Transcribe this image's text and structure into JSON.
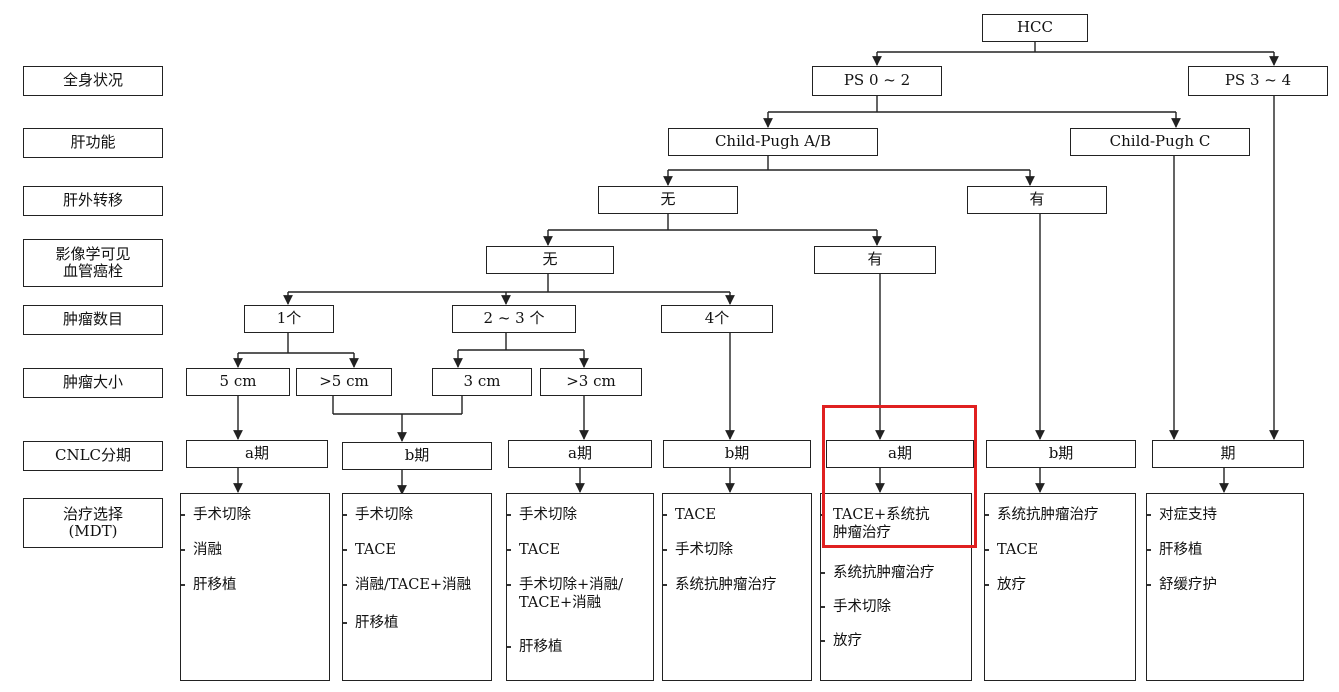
{
  "rows": [
    {
      "id": "ps",
      "label": "全身状况"
    },
    {
      "id": "liver",
      "label": "肝功能"
    },
    {
      "id": "meta",
      "label": "肝外转移"
    },
    {
      "id": "vasc",
      "label": "影像学可见\n血管癌栓"
    },
    {
      "id": "num",
      "label": "肿瘤数目"
    },
    {
      "id": "size",
      "label": "肿瘤大小"
    },
    {
      "id": "stage",
      "label": "CNLC分期"
    },
    {
      "id": "tx",
      "label": "治疗选择\n(MDT)"
    }
  ],
  "nodes": {
    "hcc": "HCC",
    "ps02": "PS 0 ~ 2",
    "ps34": "PS 3 ~ 4",
    "cpab": "Child-Pugh A/B",
    "cpc": "Child-Pugh C",
    "meta_no": "无",
    "meta_yes": "有",
    "vasc_no": "无",
    "vasc_yes": "有",
    "n1": "1个",
    "n23": "2 ~ 3 个",
    "n4": "4个",
    "s5": "5 cm",
    "s5p": ">5 cm",
    "s3": "3 cm",
    "s3p": ">3 cm",
    "st1": "a期",
    "st2": "b期",
    "st3": "a期",
    "st4": "b期",
    "st5": "a期",
    "st6": "b期",
    "st7": "期"
  },
  "treatments": [
    [
      "手术切除",
      "消融",
      "肝移植"
    ],
    [
      "手术切除",
      "TACE",
      "消融/TACE+消融",
      "肝移植"
    ],
    [
      "手术切除",
      "TACE",
      "手术切除+消融/\nTACE+消融",
      "肝移植"
    ],
    [
      "TACE",
      "手术切除",
      "系统抗肿瘤治疗"
    ],
    [
      "TACE+系统抗\n肿瘤治疗",
      "系统抗肿瘤治疗",
      "手术切除",
      "放疗"
    ],
    [
      "系统抗肿瘤治疗",
      "TACE",
      "放疗"
    ],
    [
      "对症支持",
      "肝移植",
      "舒缓疗护"
    ]
  ],
  "highlight_color": "#e02020"
}
